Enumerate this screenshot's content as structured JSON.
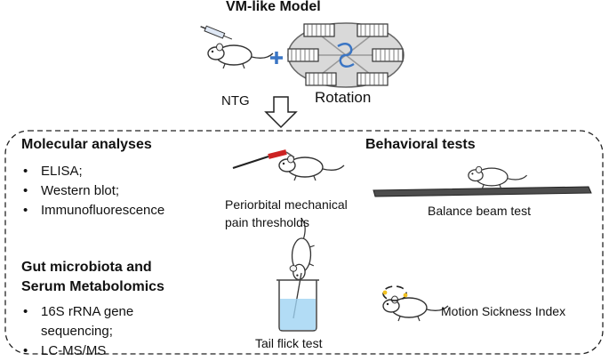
{
  "top": {
    "title": "VM-like Model",
    "ntg_label": "NTG",
    "rotation_label": "Rotation"
  },
  "molecular": {
    "heading": "Molecular analyses",
    "items": [
      "ELISA;",
      "Western blot;",
      "Immunofluorescence"
    ]
  },
  "gut": {
    "heading_line1": "Gut microbiota and",
    "heading_line2": "Serum Metabolomics",
    "item1_line1": "16S rRNA gene",
    "item1_line2": "sequencing;",
    "item2": "LC-MS/MS"
  },
  "behavioral": {
    "heading": "Behavioral tests",
    "pain_line1": "Periorbital mechanical",
    "pain_line2": "pain thresholds",
    "balance": "Balance beam test",
    "tail": "Tail flick test",
    "motion": "Motion Sickness Index"
  },
  "colors": {
    "plus": "#3a75c4",
    "platform": "#d9d9d9",
    "beam": "#4d4d4d",
    "filament": "#cc2222",
    "water": "#9fd3f2",
    "halo": "#f0c020"
  }
}
